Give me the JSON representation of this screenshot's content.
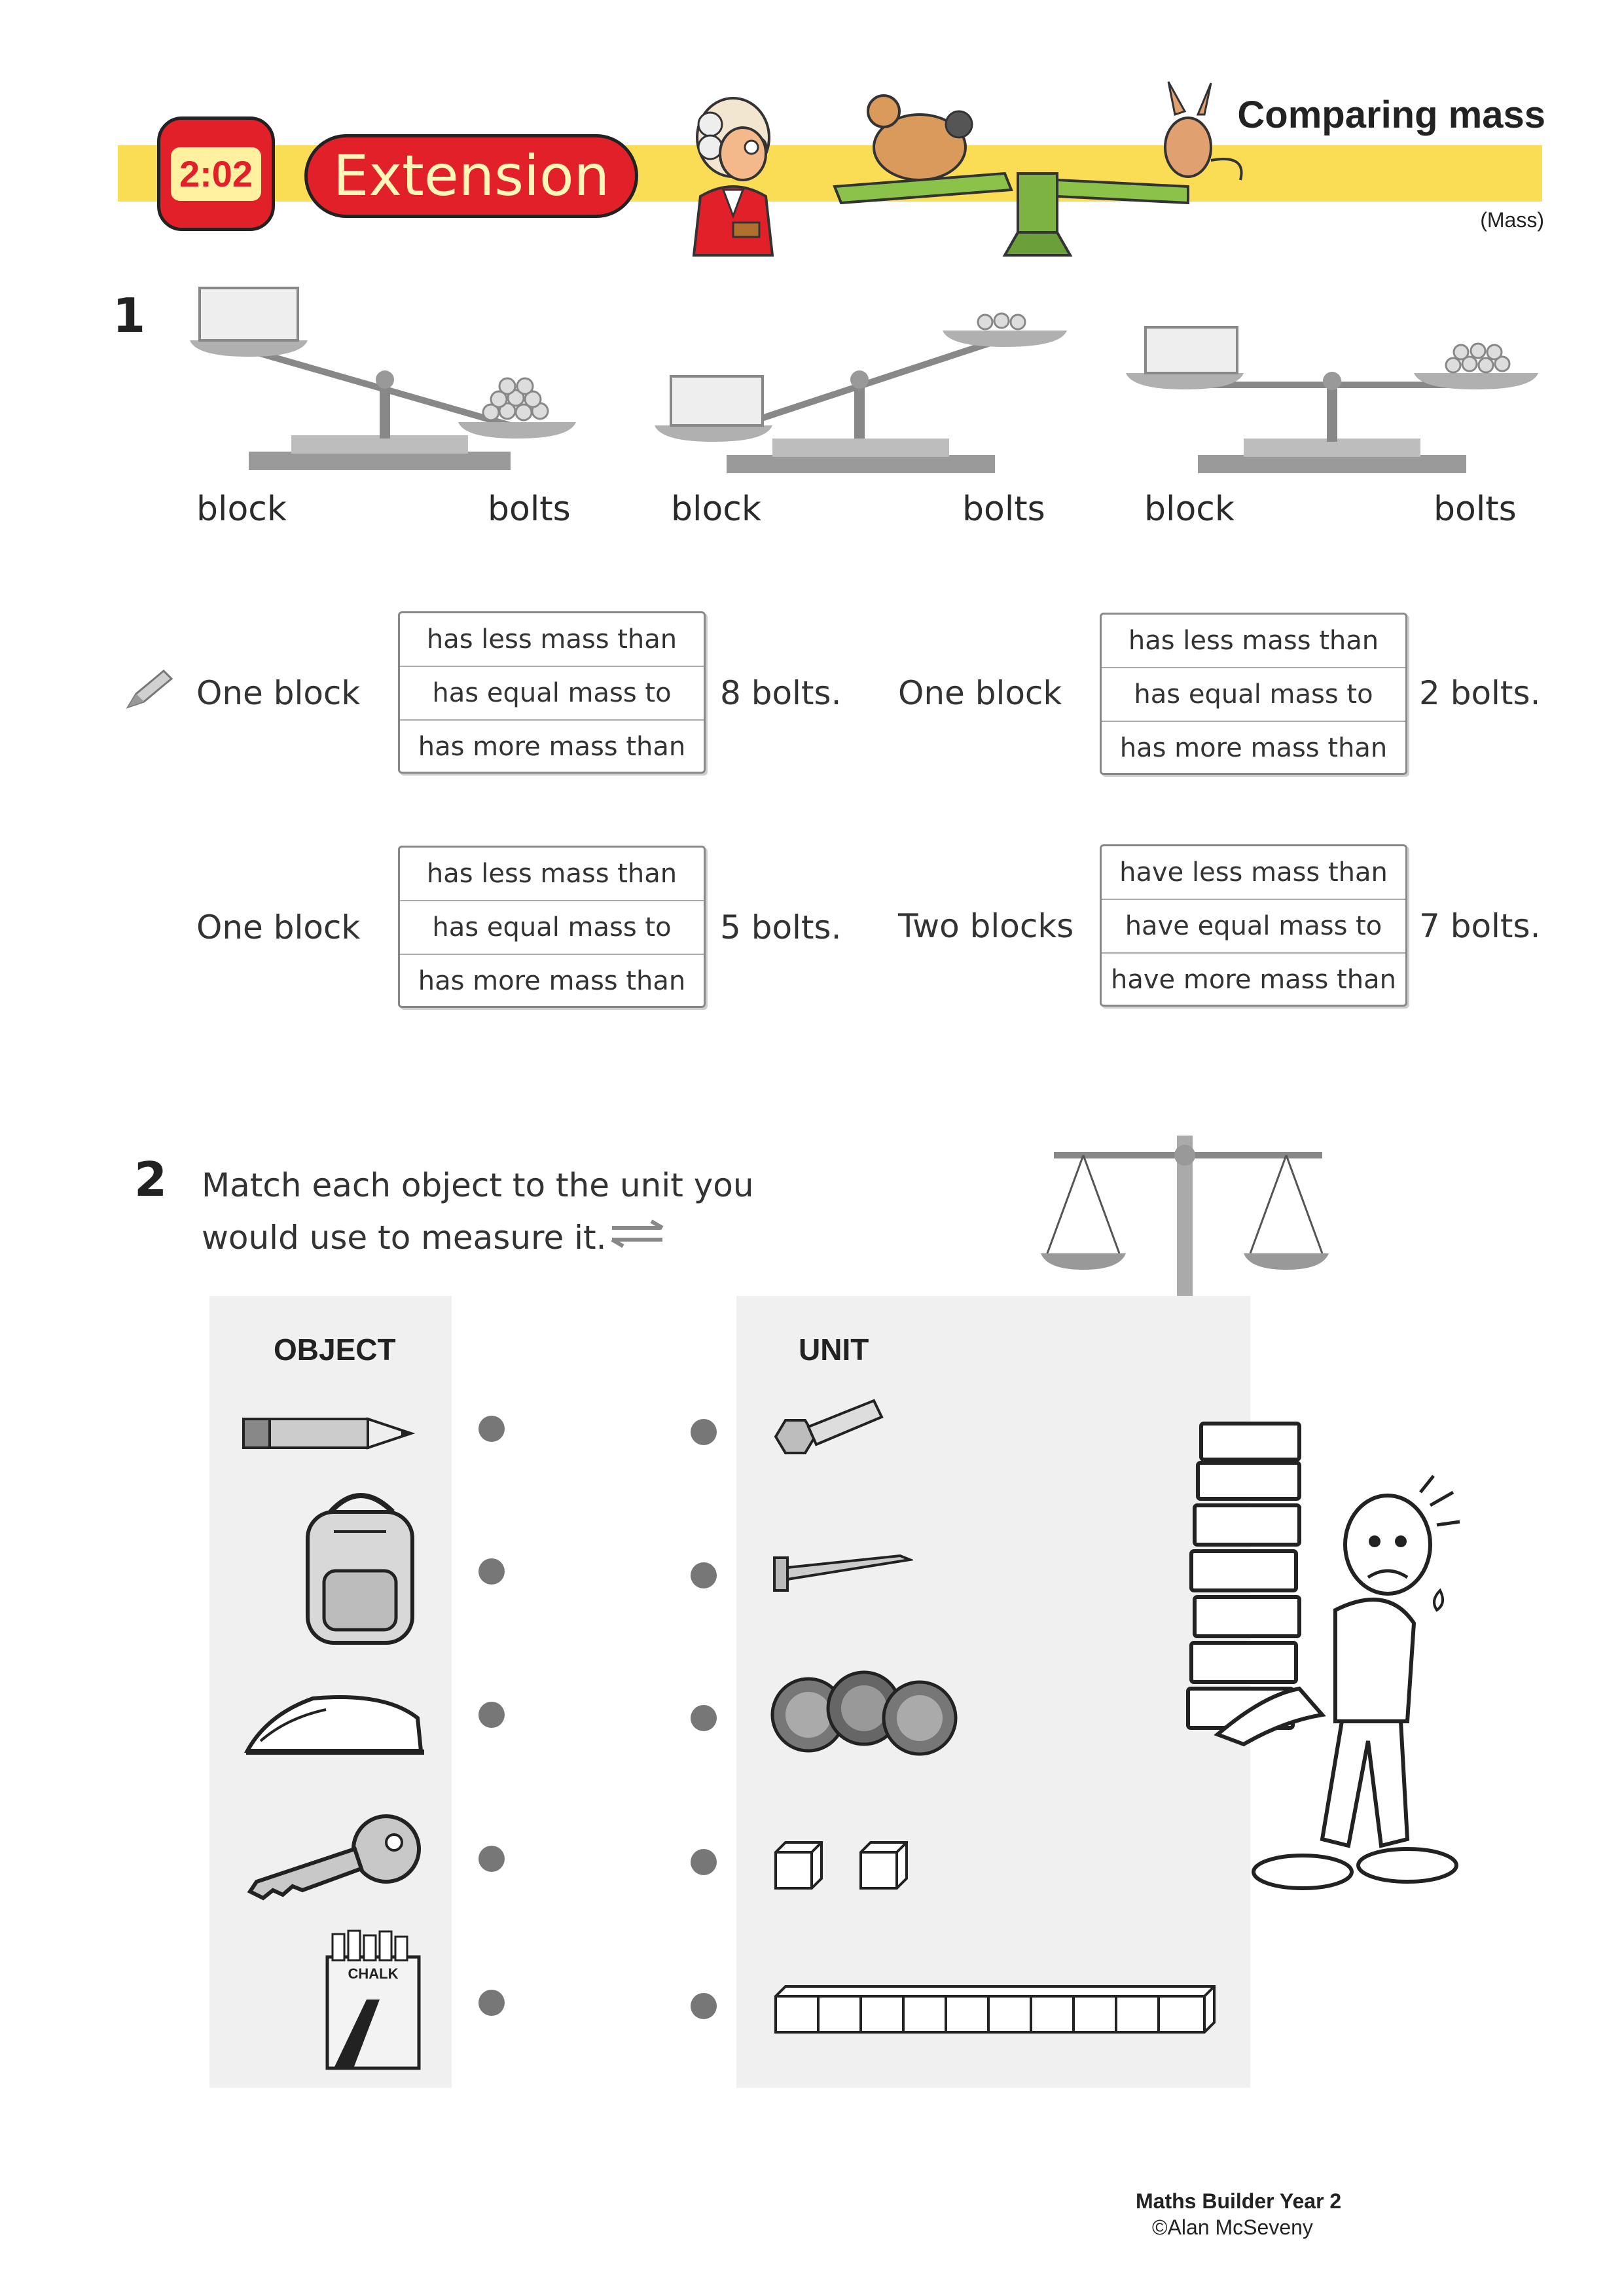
{
  "header": {
    "badge": "2:02",
    "section": "Extension",
    "title": "Comparing mass",
    "subtitle": "(Mass)"
  },
  "q1": {
    "number": "1",
    "scales": [
      {
        "left": "block",
        "right": "bolts"
      },
      {
        "left": "block",
        "right": "bolts"
      },
      {
        "left": "block",
        "right": "bolts"
      }
    ],
    "items": [
      {
        "subject": "One block",
        "options": [
          "has less mass than",
          "has equal mass to",
          "has more mass than"
        ],
        "object": "8 bolts."
      },
      {
        "subject": "One block",
        "options": [
          "has less mass than",
          "has equal mass to",
          "has more mass than"
        ],
        "object": "2 bolts."
      },
      {
        "subject": "One block",
        "options": [
          "has less mass than",
          "has equal mass to",
          "has more mass than"
        ],
        "object": "5 bolts."
      },
      {
        "subject": "Two blocks",
        "options": [
          "have less mass than",
          "have equal mass to",
          "have more mass than"
        ],
        "object": "7 bolts."
      }
    ]
  },
  "q2": {
    "number": "2",
    "instruction_line1": "Match each object to the unit you",
    "instruction_line2": "would use to measure it.",
    "object_header": "OBJECT",
    "unit_header": "UNIT",
    "chalk_label": "CHALK",
    "objects": [
      "pencil-icon",
      "backpack-icon",
      "eraser-icon",
      "key-icon",
      "chalk-box-icon"
    ],
    "units": [
      "bolt-icon",
      "nail-icon",
      "marbles-icon",
      "two-cubes-icon",
      "cube-row-icon"
    ]
  },
  "footer": {
    "book": "Maths Builder Year 2",
    "copyright": "©Alan McSeveny"
  }
}
